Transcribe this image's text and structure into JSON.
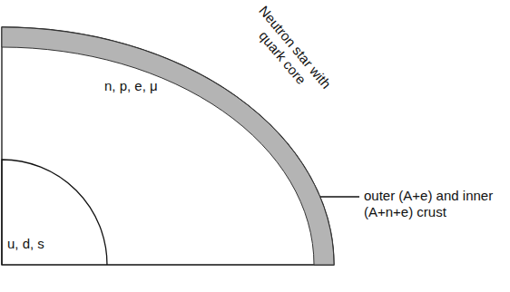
{
  "diagram": {
    "nodes": [
      {
        "text": [
          "n, p, e, μ"
        ]
      },
      {
        "text": [
          "u, d, s"
        ],
        "in": 0
      }
    ],
    "labels": [
      "Neutron star with quark core",
      "outer (A+e) and inner (A+n+e) crust"
    ]
  }
}
